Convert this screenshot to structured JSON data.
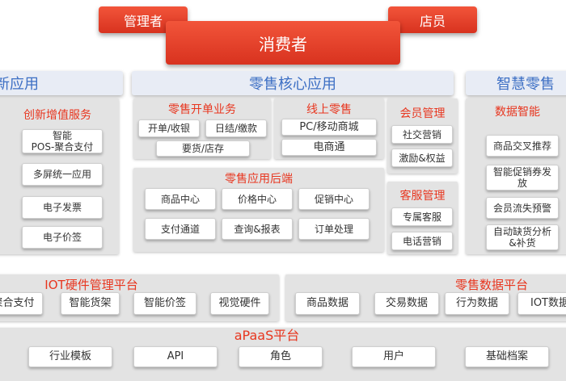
{
  "colors": {
    "accent_red": "#e8361f",
    "banner_blue": "#3d6fc4",
    "panel_gray": "#e3e3e3"
  },
  "roles": {
    "manager": "管理者",
    "clerk": "店员",
    "consumer": "消费者"
  },
  "banners": {
    "left": "新应用",
    "center": "零售核心应用",
    "right": "智慧零售"
  },
  "innovation": {
    "title": "创新增值服务",
    "items": [
      "智能\nPOS-聚合支付",
      "多屏统一应用",
      "电子发票",
      "电子价签"
    ]
  },
  "store_ops": {
    "title": "零售开单业务",
    "items": [
      "开单/收银",
      "日结/缴款",
      "要货/店存"
    ]
  },
  "online": {
    "title": "线上零售",
    "items": [
      "PC/移动商城",
      "电商通"
    ]
  },
  "member": {
    "title": "会员管理",
    "items": [
      "社交营销",
      "激励&权益"
    ]
  },
  "backend": {
    "title": "零售应用后端",
    "items": [
      "商品中心",
      "价格中心",
      "促销中心",
      "支付通道",
      "查询&报表",
      "订单处理"
    ]
  },
  "service": {
    "title": "客服管理",
    "items": [
      "专属客服",
      "电话营销"
    ]
  },
  "data_intel": {
    "title": "数据智能",
    "items": [
      "商品交叉推荐",
      "智能促销券发\n放",
      "会员流失预警",
      "自动缺货分析\n&补货"
    ]
  },
  "iot": {
    "title": "IOT硬件管理平台",
    "items": [
      "聚合支付",
      "智能货架",
      "智能价签",
      "视觉硬件"
    ]
  },
  "retail_data": {
    "title": "零售数据平台",
    "items": [
      "商品数据",
      "交易数据",
      "行为数据",
      "IOT数据"
    ]
  },
  "apaas": {
    "title": "aPaaS平台",
    "items": [
      "行业模板",
      "API",
      "角色",
      "用户",
      "基础档案"
    ]
  }
}
